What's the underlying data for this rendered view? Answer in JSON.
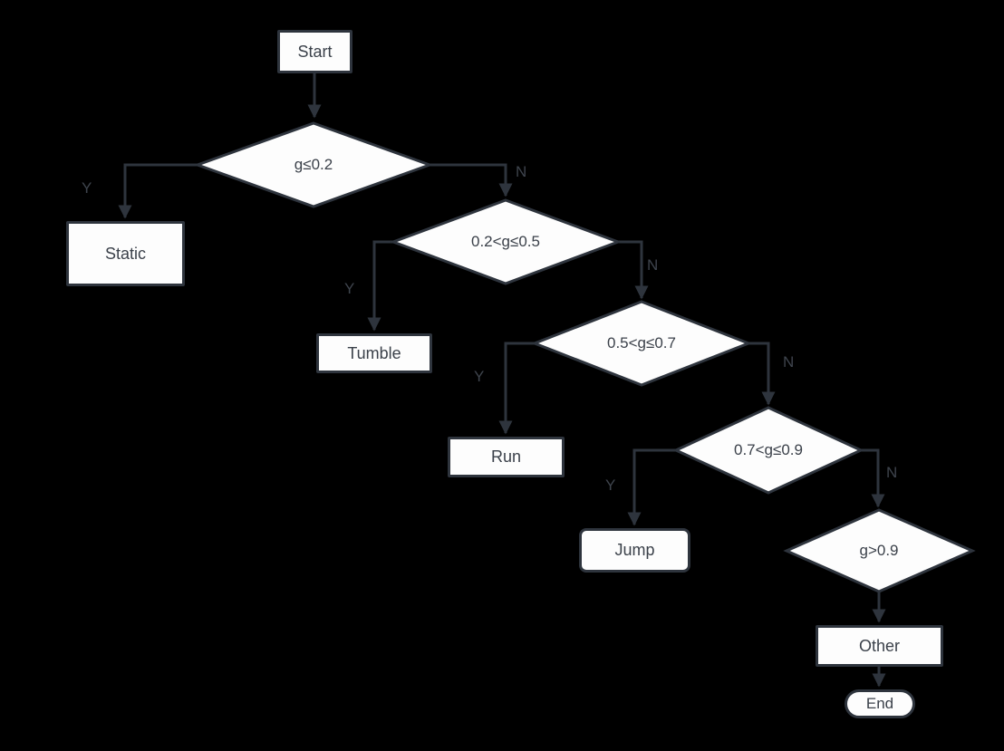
{
  "flowchart": {
    "title": "gait-classification-flowchart",
    "nodes": {
      "start": {
        "label": "Start",
        "type": "terminator-rect"
      },
      "d1": {
        "label": "g≤0.2",
        "type": "decision"
      },
      "static": {
        "label": "Static",
        "type": "process"
      },
      "d2": {
        "label": "0.2<g≤0.5",
        "type": "decision"
      },
      "tumble": {
        "label": "Tumble",
        "type": "process"
      },
      "d3": {
        "label": "0.5<g≤0.7",
        "type": "decision"
      },
      "run": {
        "label": "Run",
        "type": "process"
      },
      "d4": {
        "label": "0.7<g≤0.9",
        "type": "decision"
      },
      "jump": {
        "label": "Jump",
        "type": "process-rounded"
      },
      "d5": {
        "label": "g>0.9",
        "type": "decision"
      },
      "other": {
        "label": "Other",
        "type": "process"
      },
      "end": {
        "label": "End",
        "type": "terminator-pill"
      }
    },
    "edges": [
      {
        "from": "start",
        "to": "d1",
        "label": ""
      },
      {
        "from": "d1",
        "to": "static",
        "label": "Y"
      },
      {
        "from": "d1",
        "to": "d2",
        "label": "N"
      },
      {
        "from": "d2",
        "to": "tumble",
        "label": "Y"
      },
      {
        "from": "d2",
        "to": "d3",
        "label": "N"
      },
      {
        "from": "d3",
        "to": "run",
        "label": "Y"
      },
      {
        "from": "d3",
        "to": "d4",
        "label": "N"
      },
      {
        "from": "d4",
        "to": "jump",
        "label": "Y"
      },
      {
        "from": "d4",
        "to": "d5",
        "label": "N"
      },
      {
        "from": "d5",
        "to": "other",
        "label": ""
      },
      {
        "from": "other",
        "to": "end",
        "label": ""
      }
    ],
    "colors": {
      "background": "#000000",
      "shape_fill": "#fdfdfd",
      "stroke": "#2e343d",
      "text": "#3b414a",
      "branch_label_text": "#3e444d"
    }
  }
}
